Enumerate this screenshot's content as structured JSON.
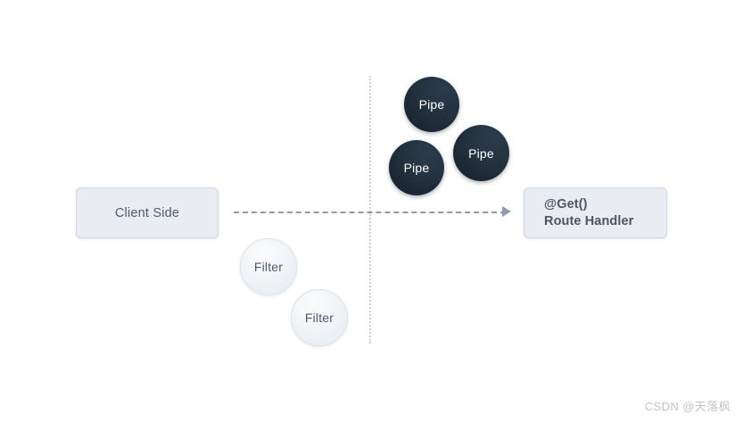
{
  "diagram": {
    "background_color": "#ffffff",
    "boxes": [
      {
        "id": "client-side",
        "label": "Client Side",
        "fill_color": "#e9edf2",
        "text_color": "#4f5b6b"
      },
      {
        "id": "route-handler",
        "line1": "@Get()",
        "line2": "Route Handler",
        "fill_color": "#e9edf2",
        "text_color": "#4b5663"
      }
    ],
    "pipes": [
      {
        "label": "Pipe"
      },
      {
        "label": "Pipe"
      },
      {
        "label": "Pipe"
      }
    ],
    "pipe_color": "#1b2733",
    "filters": [
      {
        "label": "Filter"
      },
      {
        "label": "Filter"
      }
    ],
    "filter_color": "#eef2f6",
    "connector": {
      "style": "dashed",
      "color": "#8d9bac",
      "direction": "left-to-right"
    },
    "divider": {
      "style": "dotted",
      "color": "#c8d0db",
      "orientation": "vertical"
    }
  },
  "watermark": {
    "text": "CSDN @天落枫",
    "color": "#c3c3c3"
  }
}
